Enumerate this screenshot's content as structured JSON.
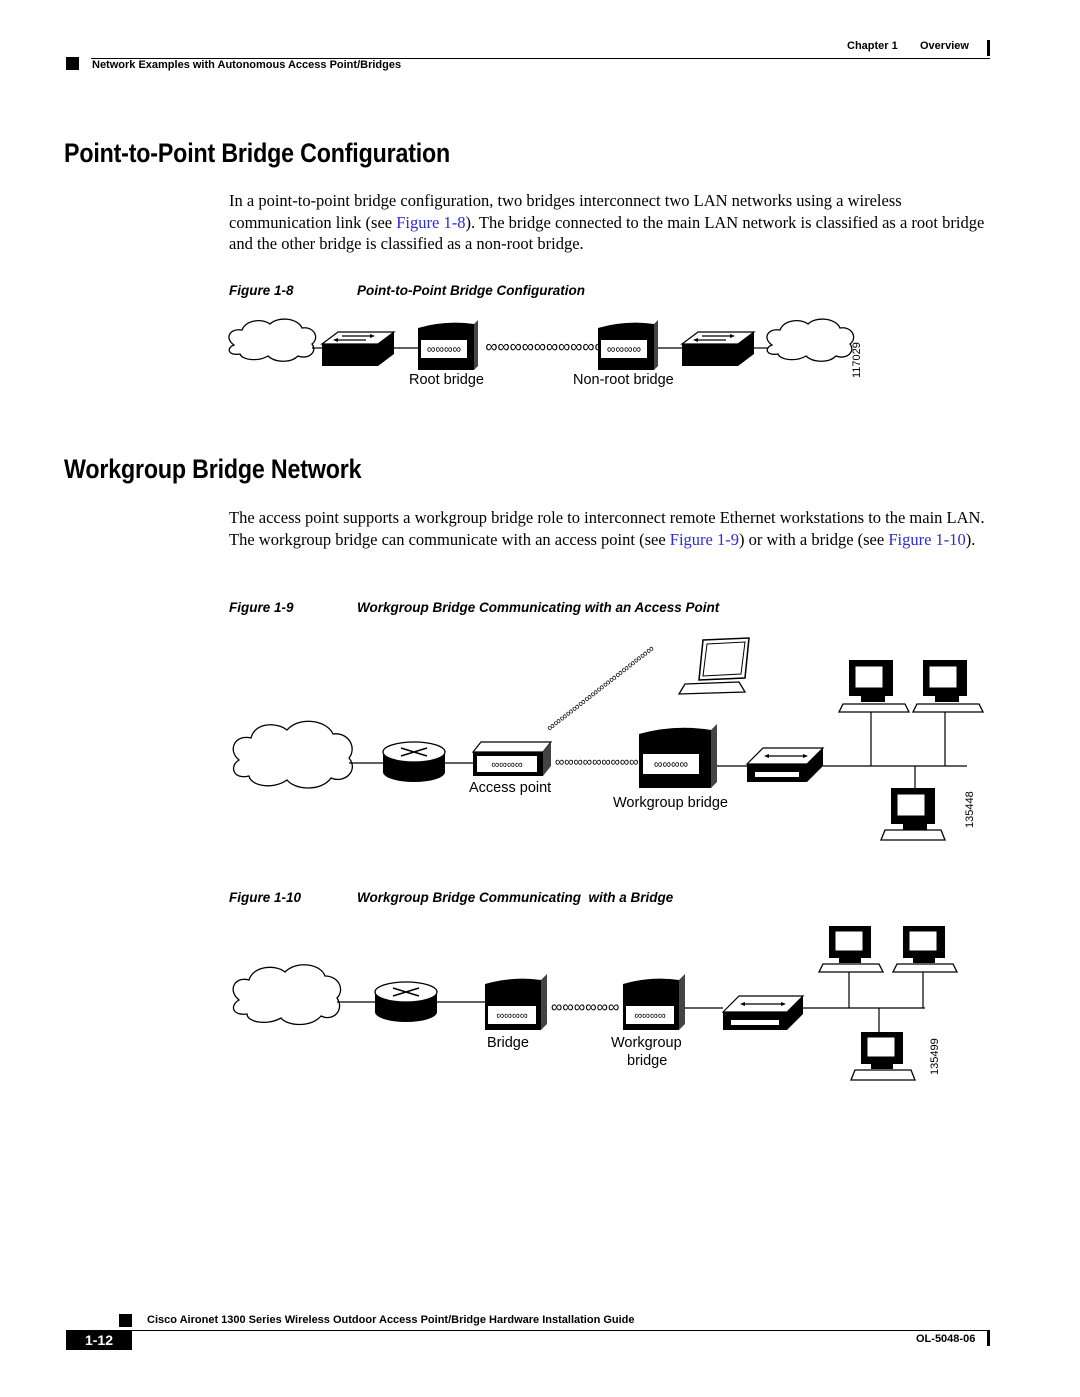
{
  "header": {
    "chapter": "Chapter 1",
    "section": "Overview",
    "subtitle": "Network Examples with Autonomous Access Point/Bridges"
  },
  "section1": {
    "title": "Point-to-Point Bridge Configuration",
    "para_a": "In a point-to-point bridge configuration, two bridges interconnect two LAN networks using a wireless communication link (see ",
    "para_link": "Figure 1-8",
    "para_b": "). The bridge connected to the main LAN network is classified as a root bridge and the other bridge is classified as a non-root bridge."
  },
  "figure8": {
    "number": "Figure 1-8",
    "title": "Point-to-Point Bridge Configuration",
    "label_root": "Root bridge",
    "label_nonroot": "Non-root bridge",
    "art_id": "117029"
  },
  "section2": {
    "title": "Workgroup Bridge Network",
    "para_a": "The access point supports a workgroup bridge role to interconnect remote Ethernet workstations to the main LAN. The workgroup bridge can communicate with an access point (see ",
    "para_link1": "Figure 1-9",
    "para_b": ") or with a bridge (see ",
    "para_link2": "Figure 1-10",
    "para_c": ")."
  },
  "figure9": {
    "number": "Figure 1-9",
    "title": "Workgroup Bridge Communicating with an Access Point",
    "label_ap": "Access point",
    "label_wgb": "Workgroup bridge",
    "art_id": "135448"
  },
  "figure10": {
    "number": "Figure 1-10",
    "title": "Workgroup Bridge Communicating  with a Bridge",
    "label_bridge": "Bridge",
    "label_wgb_1": "Workgroup",
    "label_wgb_2": "bridge",
    "art_id": "135499"
  },
  "footer": {
    "guide_title": "Cisco Aironet 1300 Series Wireless Outdoor Access Point/Bridge Hardware Installation Guide",
    "page_number": "1-12",
    "doc_number": "OL-5048-06"
  }
}
